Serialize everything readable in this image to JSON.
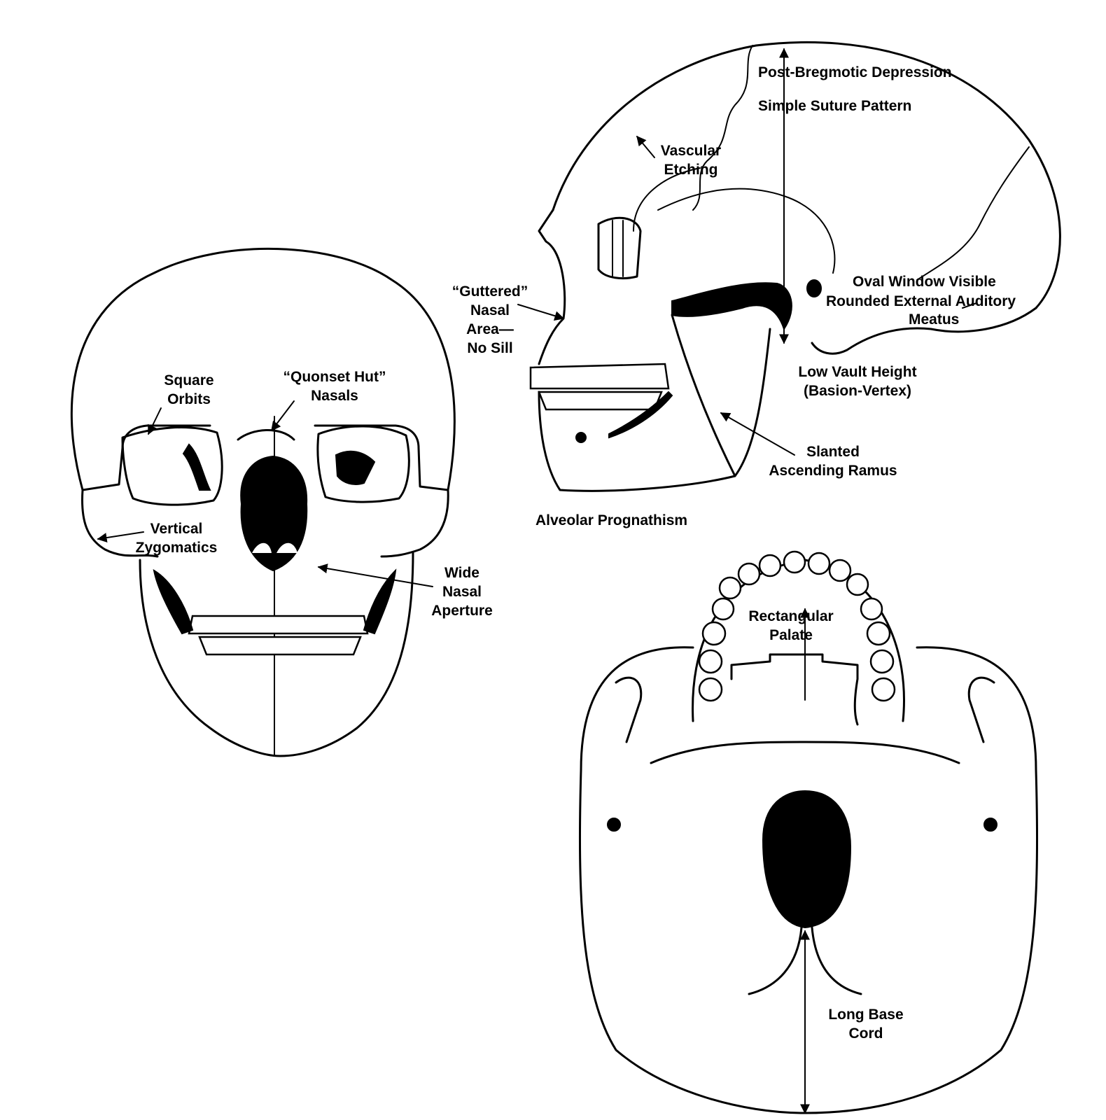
{
  "colors": {
    "ink": "#000000",
    "paper": "#ffffff"
  },
  "frontal": {
    "square_orbits": [
      "Square",
      "Orbits"
    ],
    "quonset_nasals": [
      "“Quonset Hut”",
      "Nasals"
    ],
    "vertical_zygomatics": [
      "Vertical",
      "Zygomatics"
    ],
    "wide_nasal_aperture": [
      "Wide",
      "Nasal",
      "Aperture"
    ]
  },
  "lateral": {
    "post_bregmotic": "Post-Bregmotic Depression",
    "simple_suture": "Simple Suture Pattern",
    "vascular_etching": [
      "Vascular",
      "Etching"
    ],
    "guttered_nasal": [
      "“Guttered”",
      "Nasal",
      "Area—",
      "No Sill"
    ],
    "oval_window": "Oval Window Visible",
    "auditory_meatus": [
      "Rounded External Auditory",
      "Meatus"
    ],
    "low_vault": [
      "Low Vault Height",
      "(Basion-Vertex)"
    ],
    "slanted_ramus": [
      "Slanted",
      "Ascending Ramus"
    ],
    "alveolar_prognathism": "Alveolar Prognathism"
  },
  "basal": {
    "rectangular_palate": [
      "Rectangular",
      "Palate"
    ],
    "long_base_cord": [
      "Long Base",
      "Cord"
    ]
  }
}
